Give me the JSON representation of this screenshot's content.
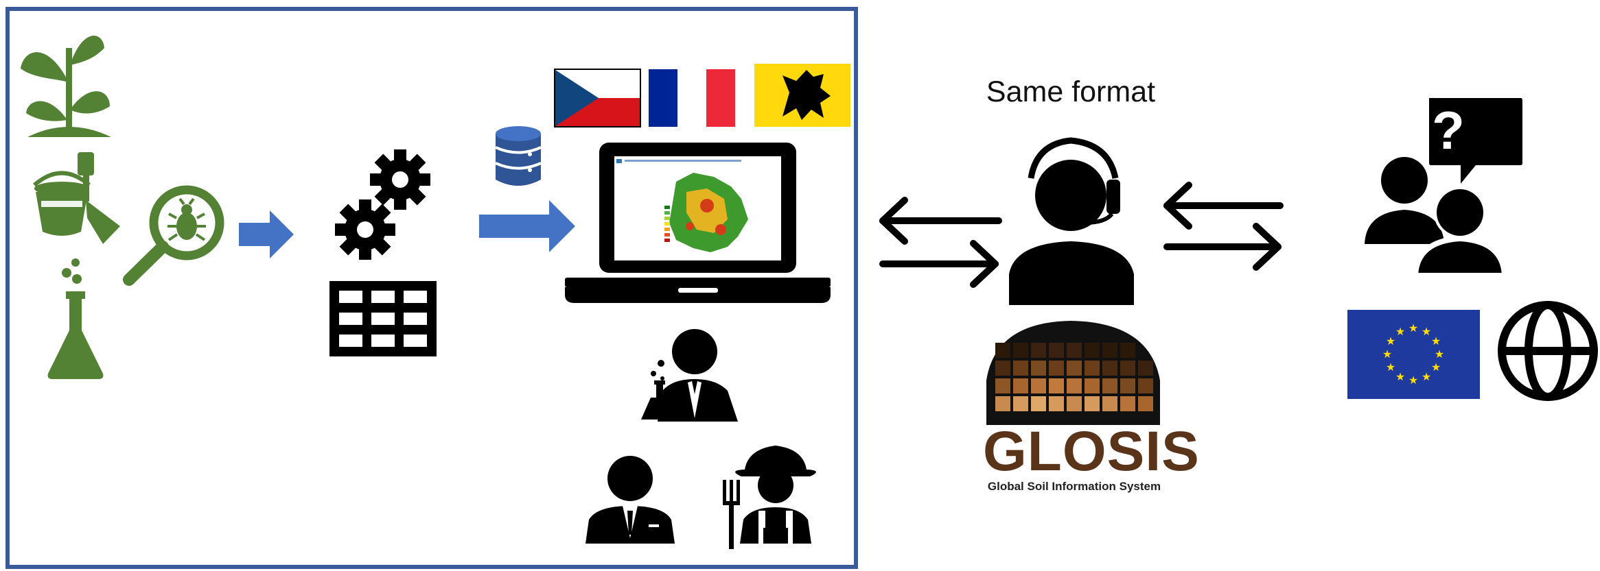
{
  "labels": {
    "same_format": "Same format",
    "glosis_title": "GLOSIS",
    "glosis_subtitle": "Global Soil Information System",
    "question_mark": "?"
  },
  "colors": {
    "frame": "#3a5b9a",
    "green_icons": "#548235",
    "blue_arrow": "#4472c4",
    "black": "#000000",
    "glosis_brown": "#5a3418",
    "eu_blue": "#1f3a9e",
    "eu_star": "#ffdd00"
  },
  "icons": [
    "plant-icon",
    "bucket-shovel-icon",
    "bug-magnifier-icon",
    "flask-icon",
    "gears-icon",
    "table-grid-icon",
    "database-icon",
    "laptop-map-icon",
    "flag-czech-icon",
    "flag-france-icon",
    "flag-flanders-icon",
    "scientist-icon",
    "businessman-icon",
    "farmer-icon",
    "exchange-arrows-icon",
    "support-agent-icon",
    "glosis-logo-icon",
    "users-question-icon",
    "eu-flag-icon",
    "globe-icon"
  ]
}
